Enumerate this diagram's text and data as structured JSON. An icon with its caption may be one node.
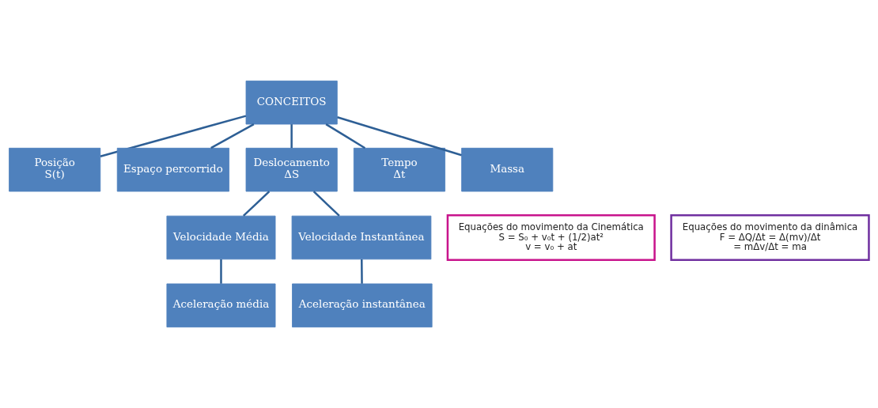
{
  "diagram": {
    "nodes": [
      {
        "text": [
          "CONCEITOS"
        ]
      },
      {
        "text": [
          "Posição",
          "S(t)"
        ]
      },
      {
        "text": [
          "Espaço percorrido"
        ]
      },
      {
        "text": [
          "Deslocamento",
          "ΔS"
        ]
      },
      {
        "text": [
          "Tempo",
          "Δt"
        ]
      },
      {
        "text": [
          "Massa"
        ]
      },
      {
        "text": [
          "Equações do movimento da Cinemática",
          "S = S₀ + v₀t + (1/2)at²",
          "v = v₀ + at"
        ]
      },
      {
        "text": [
          "Velocidade Média"
        ]
      },
      {
        "text": [
          "Velocidade Instantânea"
        ]
      },
      {
        "text": [
          "Aceleração média"
        ]
      },
      {
        "text": [
          "Aceleração instantânea"
        ]
      },
      {
        "text": [
          "Equações do movimento da dinâmica",
          "F = ΔQ/Δt = Δ(mv)/Δt",
          "= mΔv/Δt = ma"
        ]
      }
    ],
    "edges": [
      {
        "from": 0,
        "to": 1,
        "arrow": "none"
      },
      {
        "from": 0,
        "to": 2,
        "arrow": "none"
      },
      {
        "from": 0,
        "to": 3,
        "arrow": "none"
      },
      {
        "from": 0,
        "to": 4,
        "arrow": "none"
      },
      {
        "from": 0,
        "to": 5,
        "arrow": "none"
      },
      {
        "from": 3,
        "to": 7,
        "arrow": "none"
      },
      {
        "from": 3,
        "to": 8,
        "arrow": "none"
      },
      {
        "from": 7,
        "to": 9,
        "arrow": "none"
      },
      {
        "from": 8,
        "to": 10,
        "arrow": "none"
      }
    ]
  }
}
